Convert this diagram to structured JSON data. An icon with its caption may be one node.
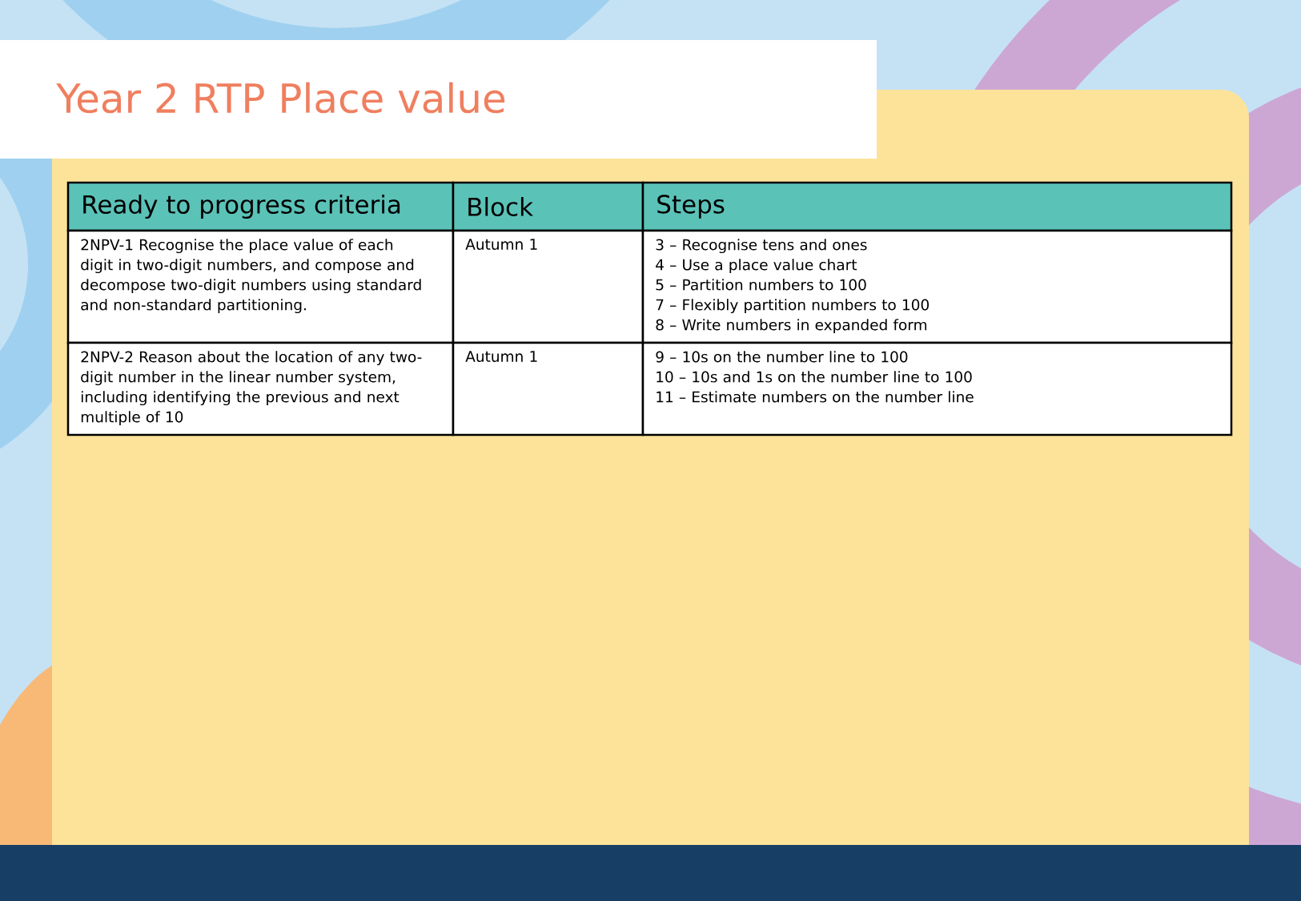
{
  "diagram": {
    "title": "Year 2 RTP Place value",
    "labels": [
      "Ready to progress criteria",
      "Block",
      "Steps",
      "2NPV-1 Recognise the place value of each digit in two-digit numbers, and compose and decompose two-digit numbers using standard and non-standard partitioning.",
      "Autumn 1",
      "3 – Recognise tens and ones",
      "4 – Use a place value chart",
      "5 – Partition numbers to 100",
      "7 – Flexibly partition numbers to 100",
      "8 – Write numbers in expanded form",
      "2NPV-2 Reason about the location of any two-digit number in the linear number system, including identifying the previous and next multiple of 10",
      "Autumn 1",
      "9 – 10s on the number line to 100",
      "10 – 10s and 1s on the number line to 100",
      "11 – Estimate numbers on the number line"
    ]
  }
}
